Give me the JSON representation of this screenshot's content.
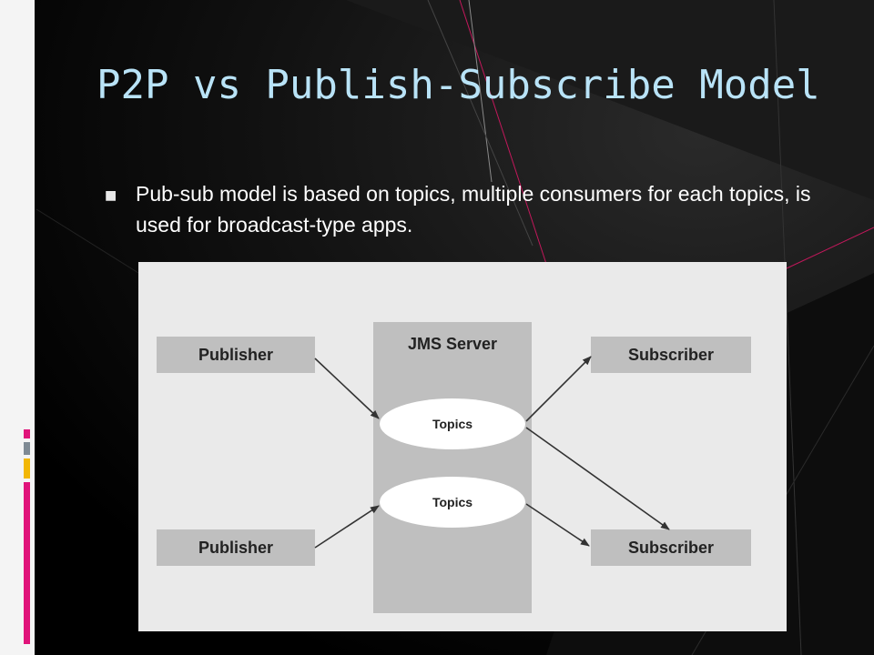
{
  "slide": {
    "title": "P2P vs Publish-Subscribe Model",
    "bullets": [
      {
        "text": "Pub-sub model is based on topics, multiple consumers for each topics, is used for broadcast-type apps."
      }
    ]
  },
  "diagram": {
    "publishers": [
      "Publisher",
      "Publisher"
    ],
    "server_label": "JMS Server",
    "topics": [
      "Topics",
      "Topics"
    ],
    "subscribers": [
      "Subscriber",
      "Subscriber"
    ]
  },
  "colors": {
    "title": "#b9e3f7",
    "background": "#000000",
    "accent_pink": "#e0147a",
    "accent_gold": "#f2b705",
    "accent_gray": "#7f8a94"
  }
}
